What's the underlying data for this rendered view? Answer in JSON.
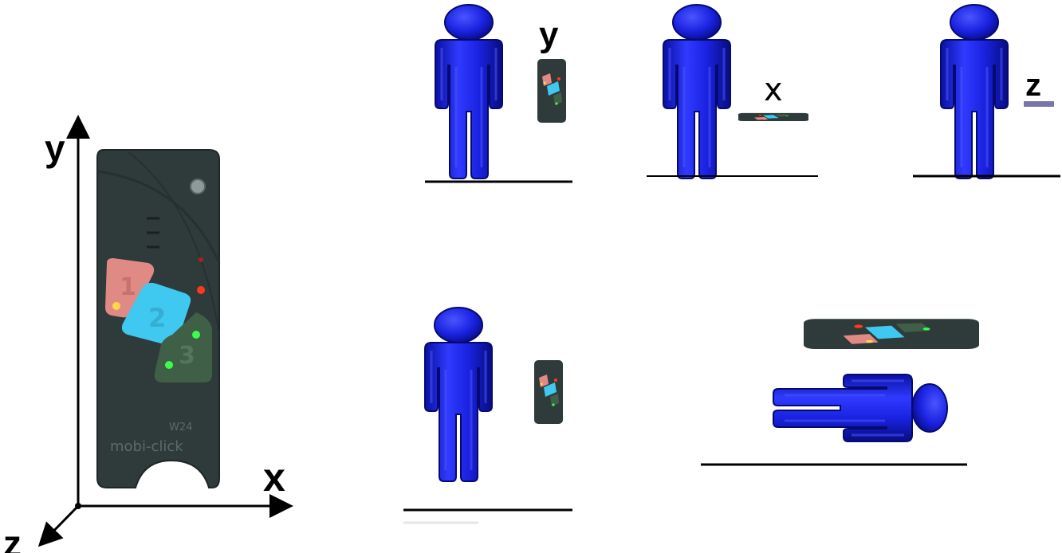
{
  "axes": {
    "y_label": "y",
    "x_label": "x",
    "z_label": "z"
  },
  "device": {
    "buttons": [
      "1",
      "2",
      "3"
    ],
    "model": "W24",
    "brand": "mobi-click",
    "colors": {
      "body": "#2f3a3a",
      "button_1": "#e08a86",
      "button_2": "#3fc8f0",
      "button_3": "#3f5f47",
      "led_red": "#ff3a1a",
      "led_yellow": "#ffd84a",
      "led_green": "#3aff4a"
    }
  },
  "figure": {
    "color": "#1a22e0",
    "ground_color": "#000000"
  },
  "poses": [
    {
      "axis_label": "y"
    },
    {
      "axis_label": "x"
    },
    {
      "axis_label": "z"
    },
    {
      "axis_label": ""
    },
    {
      "axis_label": ""
    }
  ]
}
